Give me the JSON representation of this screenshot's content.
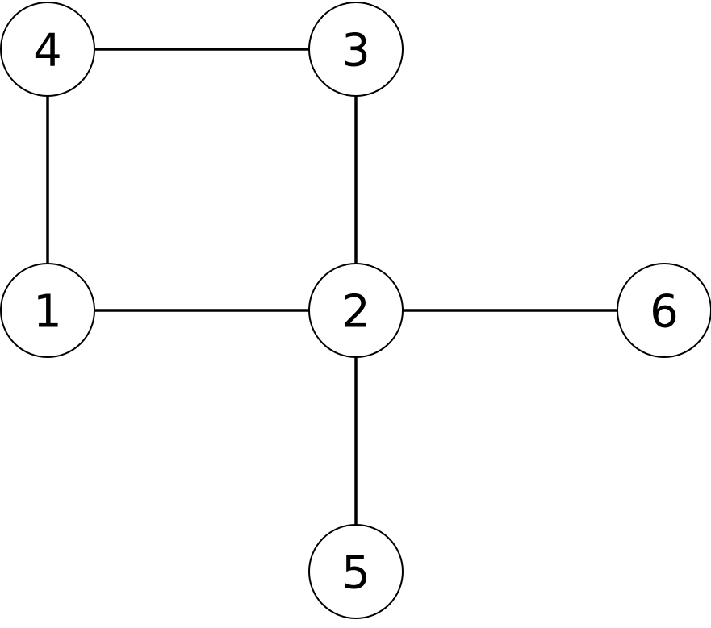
{
  "diagram": {
    "type": "undirected-graph",
    "nodes": [
      {
        "id": "4",
        "label": "4"
      },
      {
        "id": "3",
        "label": "3"
      },
      {
        "id": "1",
        "label": "1"
      },
      {
        "id": "2",
        "label": "2"
      },
      {
        "id": "6",
        "label": "6"
      },
      {
        "id": "5",
        "label": "5"
      }
    ],
    "edges": [
      {
        "from": "4",
        "to": "3"
      },
      {
        "from": "4",
        "to": "1"
      },
      {
        "from": "3",
        "to": "2"
      },
      {
        "from": "1",
        "to": "2"
      },
      {
        "from": "2",
        "to": "6"
      },
      {
        "from": "2",
        "to": "5"
      }
    ]
  },
  "colors": {
    "stroke": "#000000",
    "fill": "#ffffff",
    "text": "#000000"
  }
}
